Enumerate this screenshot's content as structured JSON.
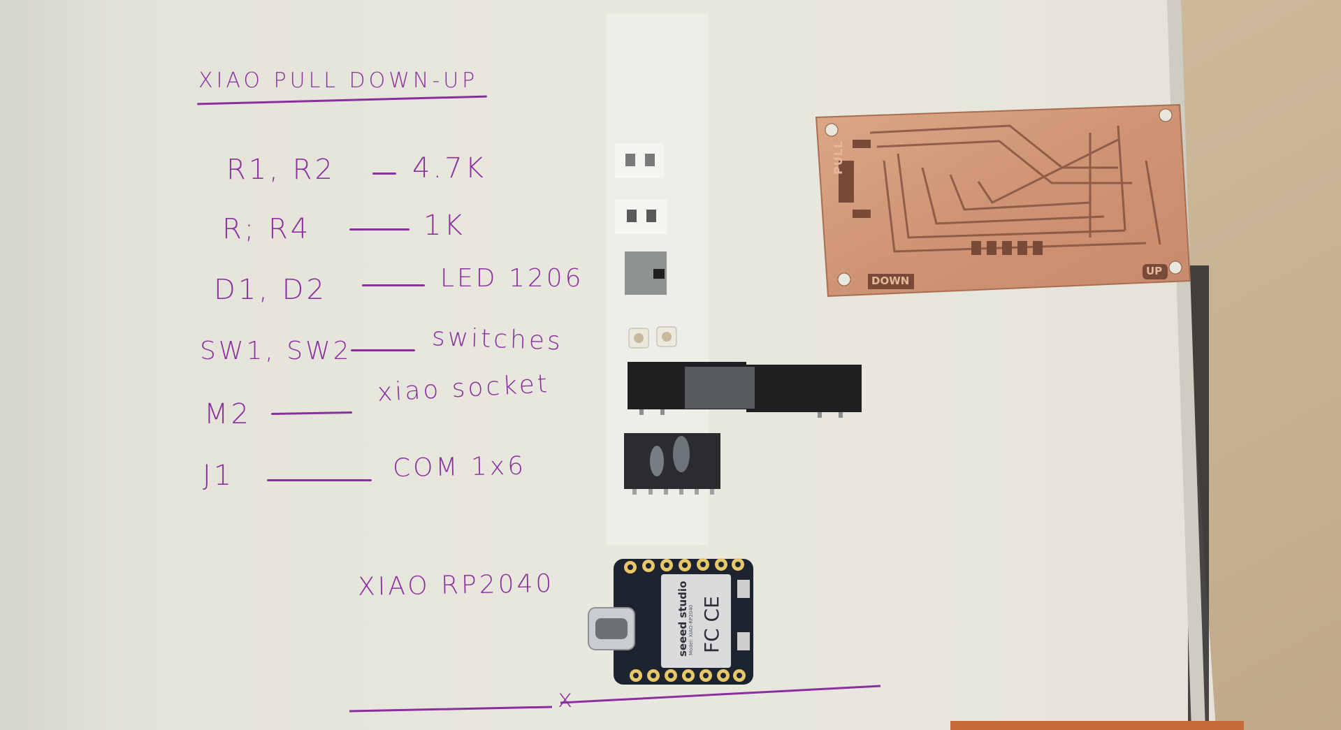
{
  "notebook": {
    "title": "XIAO PULL DOWN-UP",
    "parts": [
      {
        "designator": "R1, R2",
        "value": "4.7K"
      },
      {
        "designator": "R; R4",
        "value": "1K"
      },
      {
        "designator": "D1, D2",
        "value": "LED 1206"
      },
      {
        "designator": "SW1, SW2",
        "value": "switches"
      },
      {
        "designator": "M2",
        "value": "xiao socket"
      },
      {
        "designator": "J1",
        "value": "COM 1x6"
      }
    ],
    "board_label": "XIAO RP2040",
    "signature_mark": "x"
  },
  "pcb": {
    "labels": [
      "PULL",
      "DOWN",
      "UP"
    ],
    "color": "#d49a7a"
  },
  "xiao_module": {
    "brand": "seeed studio",
    "model": "Model: XIAO-RP2040",
    "marks": "FC CE"
  },
  "colors": {
    "ink": "#8a2f9e",
    "paper": "#e8e6dc",
    "desk": "#c8b79a",
    "copper": "#d49a7a"
  }
}
